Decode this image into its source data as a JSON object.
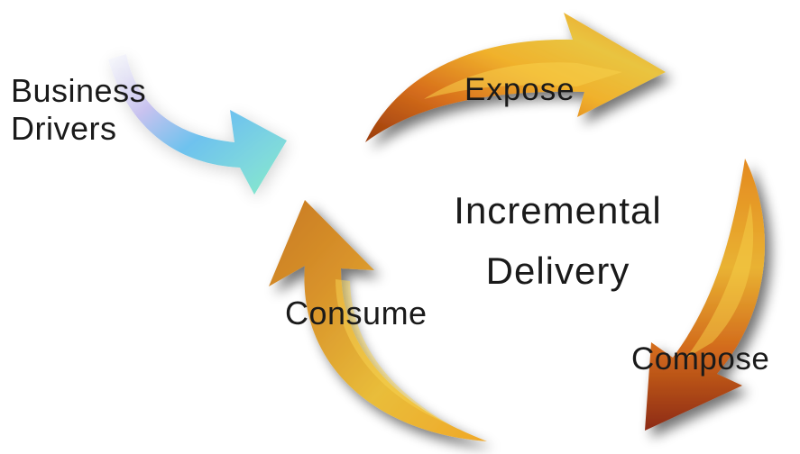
{
  "diagram": {
    "business_drivers": [
      "Business",
      "Drivers"
    ],
    "center": [
      "Incremental",
      "Delivery"
    ],
    "steps": {
      "expose": "Expose",
      "compose": "Compose",
      "consume": "Consume"
    }
  }
}
